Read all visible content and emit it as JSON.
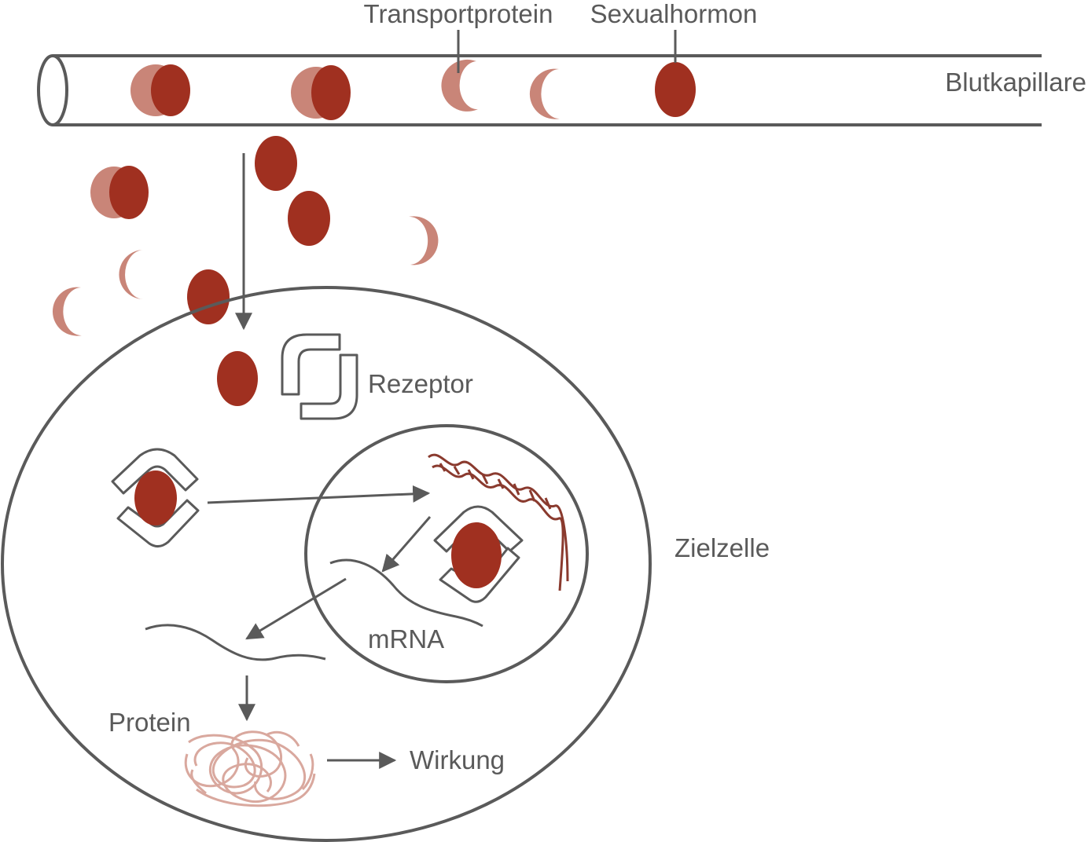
{
  "labels": {
    "transportprotein": "Transportprotein",
    "sexualhormon": "Sexualhormon",
    "blutkapillare": "Blutkapillare",
    "rezeptor": "Rezeptor",
    "zielzelle": "Zielzelle",
    "mrna": "mRNA",
    "protein": "Protein",
    "wirkung": "Wirkung"
  },
  "colors": {
    "hormone": "#a03020",
    "transport_protein": "#c98578",
    "line": "#5a5a5a",
    "dna": "#8a3a2e",
    "folded_protein": "#d9a89e",
    "background": "#ffffff"
  },
  "icons": {
    "hormone": "filled-oval",
    "transport_protein": "crescent",
    "receptor": "bracket-pair",
    "dna": "double-helix",
    "protein": "tangled-coil"
  }
}
